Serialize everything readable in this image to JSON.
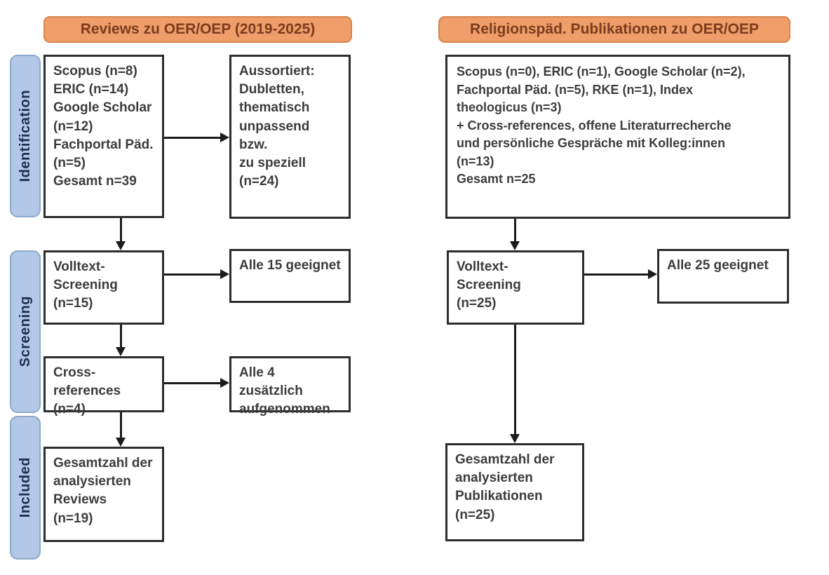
{
  "palette": {
    "header_bg": "#ef9d69",
    "header_border": "#d8854e",
    "header_text": "#7c3d1e",
    "stage_bg": "#b2c8e6",
    "stage_border": "#8ea9cb",
    "stage_text": "#1e2f4f",
    "box_border": "#2d2d2d",
    "box_text": "#3c3c3c",
    "arrow": "#1b1b1b"
  },
  "headers": {
    "left": "Reviews zu OER/OEP (2019-2025)",
    "right": "Religionspäd. Publikationen zu OER/OEP"
  },
  "stages": [
    {
      "label": "Identification"
    },
    {
      "label": "Screening"
    },
    {
      "label": "Included"
    }
  ],
  "left_column": {
    "identification_sources": "Scopus (n=8)\nERIC (n=14)\nGoogle Scholar\n(n=12)\nFachportal Päd.\n(n=5)\nGesamt n=39",
    "sorted_out": "Aussortiert:\nDubletten,\nthematisch\nunpassend bzw.\nzu speziell\n(n=24)",
    "fulltext_screening": "Volltext-\nScreening\n(n=15)",
    "all_suitable": "Alle 15 geeignet",
    "cross_references": "Cross-references\n(n=4)",
    "additional_included": "Alle 4 zusätzlich\naufgenommen",
    "total_included": "Gesamtzahl der\nanalysierten\nReviews\n(n=19)"
  },
  "right_column": {
    "identification_sources": "Scopus (n=0), ERIC (n=1), Google Scholar (n=2),\nFachportal Päd. (n=5), RKE (n=1), Index\ntheologicus (n=3)\n+ Cross-references, offene Literaturrecherche\nund persönliche Gespräche mit Kolleg:innen\n(n=13)\nGesamt n=25",
    "fulltext_screening": "Volltext-\nScreening\n(n=25)",
    "all_suitable": "Alle 25 geeignet",
    "total_included": "Gesamtzahl der\nanalysierten\nPublikationen\n(n=25)"
  }
}
